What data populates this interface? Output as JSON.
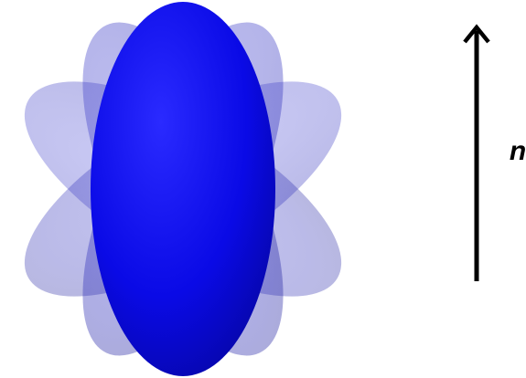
{
  "figure": {
    "director_label": "n",
    "colors": {
      "central_ellipsoid": "#0a0ae6",
      "tilted_ellipsoids": "#2a2ab8",
      "arrow": "#000000",
      "background": "#ffffff"
    },
    "ellipsoid_count": 5,
    "tilt_angles_deg": [
      -60,
      -25,
      25,
      60
    ]
  }
}
